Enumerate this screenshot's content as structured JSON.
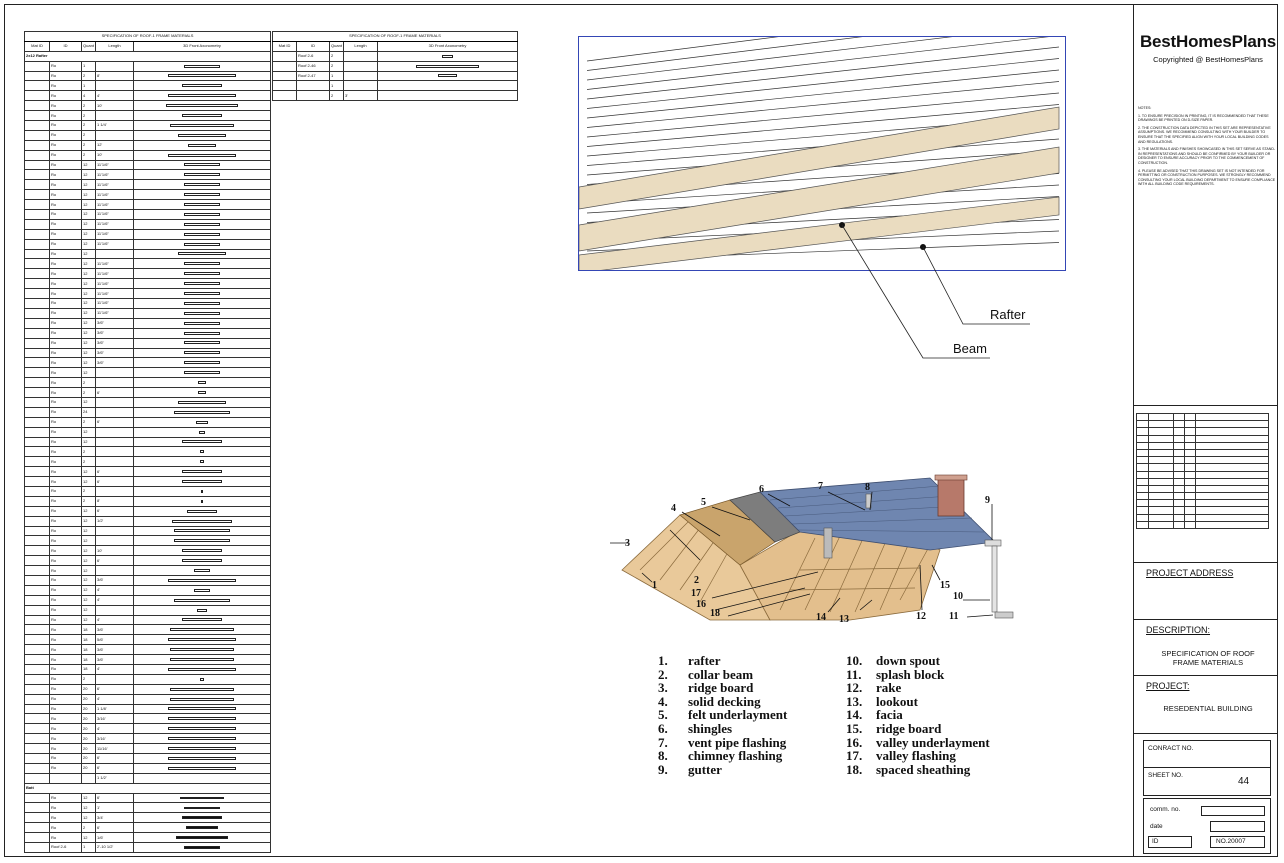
{
  "left_table": {
    "title": "SPECIFICATION OF ROOF-1 FRAME MATERIALS",
    "headers": [
      "Mat ID",
      "ID",
      "Quant",
      "Length",
      "3D Front Axonometry"
    ],
    "group1_label": "2x12 Rafter",
    "group2_label": "Batt",
    "rows": [
      [
        "",
        "Ro",
        "",
        "1",
        "",
        "18"
      ],
      [
        "",
        "Ro",
        "",
        "2",
        "8'",
        "34"
      ],
      [
        "",
        "Ro",
        "",
        "1",
        "",
        "20"
      ],
      [
        "",
        "Ro",
        "",
        "4",
        "4'",
        "34"
      ],
      [
        "",
        "Ro",
        "",
        "2",
        "10'",
        "36"
      ],
      [
        "",
        "Ro",
        "",
        "2",
        "",
        "20"
      ],
      [
        "",
        "Ro",
        "",
        "2",
        "1 1/4'",
        "32"
      ],
      [
        "",
        "Ro",
        "",
        "2",
        "",
        "24"
      ],
      [
        "",
        "Ro",
        "",
        "2",
        "12'",
        "14"
      ],
      [
        "",
        "Ro",
        "",
        "2",
        "10'",
        "34"
      ],
      [
        "",
        "Ro",
        "1",
        "12",
        "11'1/6\"",
        "18"
      ],
      [
        "",
        "Ro",
        "1",
        "12",
        "11'1/6\"",
        "18"
      ],
      [
        "",
        "Ro",
        "1",
        "12",
        "11'1/6\"",
        "18"
      ],
      [
        "",
        "Ro",
        "1",
        "12",
        "11'1/6\"",
        "18"
      ],
      [
        "",
        "Ro",
        "1",
        "12",
        "11'1/6\"",
        "18"
      ],
      [
        "",
        "Ro",
        "1",
        "12",
        "11'1/6\"",
        "18"
      ],
      [
        "",
        "Ro",
        "1",
        "12",
        "11'1/6\"",
        "18"
      ],
      [
        "",
        "Ro",
        "1",
        "12",
        "11'1/6\"",
        "18"
      ],
      [
        "",
        "Ro",
        "1",
        "12",
        "11'1/6\"",
        "18"
      ],
      [
        "",
        "Ro",
        "1",
        "12",
        "",
        "24"
      ],
      [
        "",
        "Ro",
        "1",
        "12",
        "11'1/6\"",
        "18"
      ],
      [
        "",
        "Ro",
        "1",
        "12",
        "11'1/6\"",
        "18"
      ],
      [
        "",
        "Ro",
        "1",
        "12",
        "11'1/6\"",
        "18"
      ],
      [
        "",
        "Ro",
        "1",
        "12",
        "11'1/6\"",
        "18"
      ],
      [
        "",
        "Ro",
        "1",
        "12",
        "11'1/6\"",
        "18"
      ],
      [
        "",
        "Ro",
        "1",
        "12",
        "11'1/6\"",
        "18"
      ],
      [
        "",
        "Ro",
        "1",
        "12",
        "3/6\"",
        "18"
      ],
      [
        "",
        "Ro",
        "1",
        "12",
        "3/6\"",
        "18"
      ],
      [
        "",
        "Ro",
        "1",
        "12",
        "3/6\"",
        "18"
      ],
      [
        "",
        "Ro",
        "1",
        "12",
        "3/6\"",
        "18"
      ],
      [
        "",
        "Ro",
        "1",
        "12",
        "3/6\"",
        "18"
      ],
      [
        "",
        "Ro",
        "1",
        "12",
        "",
        "18"
      ],
      [
        "",
        "Ro",
        "",
        "2",
        "",
        "4"
      ],
      [
        "",
        "Ro",
        "",
        "2",
        "6'",
        "4"
      ],
      [
        "",
        "Ro",
        "1",
        "12",
        "",
        "24"
      ],
      [
        "",
        "Ro",
        "1",
        "24",
        "",
        "28"
      ],
      [
        "",
        "Ro",
        "1",
        "2",
        "6'",
        "6"
      ],
      [
        "",
        "Ro",
        "1",
        "12",
        "",
        "3"
      ],
      [
        "",
        "Ro",
        "1",
        "12",
        "",
        "20"
      ],
      [
        "",
        "Ro",
        "1",
        "2",
        "",
        "2"
      ],
      [
        "",
        "Ro",
        "1",
        "2",
        "",
        "2"
      ],
      [
        "",
        "Ro",
        "1",
        "12",
        "6'",
        "20"
      ],
      [
        "",
        "Ro",
        "1",
        "12",
        "6'",
        "20"
      ],
      [
        "",
        "Ro",
        "",
        "2",
        "",
        "1"
      ],
      [
        "",
        "Ro",
        "",
        "2",
        "8'",
        "1"
      ],
      [
        "",
        "Ro",
        "1",
        "12",
        "6'",
        "15"
      ],
      [
        "",
        "Ro",
        "1",
        "12",
        "1/2'",
        "30"
      ],
      [
        "",
        "Ro",
        "1",
        "12",
        "",
        "28"
      ],
      [
        "",
        "Ro",
        "1",
        "12",
        "",
        "28"
      ],
      [
        "",
        "Ro",
        "1",
        "12",
        "10'",
        "20"
      ],
      [
        "",
        "Ro",
        "1",
        "12",
        "6'",
        "20"
      ],
      [
        "",
        "Ro",
        "1",
        "12",
        "",
        "8"
      ],
      [
        "",
        "Ro",
        "1",
        "12",
        "3/6'",
        "34"
      ],
      [
        "",
        "Ro",
        "1",
        "12",
        "4'",
        "8"
      ],
      [
        "",
        "Ro",
        "1",
        "12",
        "4'",
        "28"
      ],
      [
        "",
        "Ro",
        "1",
        "12",
        "",
        "5"
      ],
      [
        "",
        "Ro",
        "1",
        "12",
        "4'",
        "20"
      ],
      [
        "",
        "Ro",
        "1",
        "18",
        "3/6'",
        "32"
      ],
      [
        "",
        "Ro",
        "1",
        "18",
        "5/6'",
        "34"
      ],
      [
        "",
        "Ro",
        "1",
        "18",
        "3/6'",
        "32"
      ],
      [
        "",
        "Ro",
        "1",
        "18",
        "3/6'",
        "32"
      ],
      [
        "",
        "Ro",
        "1",
        "18",
        "4'",
        "34"
      ],
      [
        "",
        "Ro",
        "1",
        "2",
        "",
        "2"
      ],
      [
        "",
        "Ro",
        "1",
        "20",
        "6'",
        "32"
      ],
      [
        "",
        "Ro",
        "1",
        "20",
        "4'",
        "32"
      ],
      [
        "",
        "Ro",
        "1",
        "20",
        "1 1/8'",
        "34"
      ],
      [
        "",
        "Ro",
        "1",
        "20",
        "3/16'",
        "34"
      ],
      [
        "",
        "Ro",
        "1",
        "20",
        "4'",
        "34"
      ],
      [
        "",
        "Ro",
        "1",
        "20",
        "3/16'",
        "34"
      ],
      [
        "",
        "Ro",
        "1",
        "20",
        "11/16'",
        "34"
      ],
      [
        "",
        "Ro",
        "1",
        "20",
        "6'",
        "34"
      ],
      [
        "",
        "Ro",
        "1",
        "20",
        "6'",
        "34"
      ],
      [
        "",
        "",
        "",
        "",
        "1 1/2'",
        "0"
      ]
    ],
    "rows2": [
      [
        "",
        "Ro",
        "",
        "12",
        "6'",
        "22d"
      ],
      [
        "",
        "Ro",
        "",
        "12",
        "1'",
        "18d"
      ],
      [
        "",
        "Ro",
        "",
        "12",
        "3/4'",
        "20d"
      ],
      [
        "",
        "Ro",
        "",
        "2",
        "6'",
        "16d"
      ],
      [
        "",
        "Ro",
        "",
        "12",
        "1/6'",
        "26d"
      ],
      [
        "",
        "Roof 2-6",
        "",
        "1",
        "2'-10 1/2'",
        "18d"
      ]
    ]
  },
  "right_table": {
    "title": "SPECIFICATION OF ROOF-1 FRAME MATERIALS",
    "headers": [
      "Mat ID",
      "ID",
      "Quant",
      "Length",
      "3D Front Axonometry"
    ],
    "rows": [
      [
        "",
        "Roof 2-6",
        "1",
        "2",
        "",
        "10"
      ],
      [
        "",
        "Roof 2-46",
        "1",
        "2",
        "",
        "58"
      ],
      [
        "",
        "Roof 2-47",
        "1",
        "1",
        "",
        "18"
      ],
      [
        "",
        "",
        "",
        "1",
        "",
        ""
      ],
      [
        "",
        "",
        "",
        "2",
        "3'",
        ""
      ]
    ]
  },
  "framing_view": {
    "callout_rafter": "Rafter",
    "callout_beam": "Beam"
  },
  "anatomy": {
    "numbers": [
      "1",
      "2",
      "3",
      "4",
      "5",
      "6",
      "7",
      "8",
      "9",
      "10",
      "11",
      "12",
      "13",
      "14",
      "15",
      "16",
      "17",
      "18"
    ],
    "legend_left": [
      {
        "n": "1.",
        "t": "rafter"
      },
      {
        "n": "2.",
        "t": "collar beam"
      },
      {
        "n": "3.",
        "t": "ridge board"
      },
      {
        "n": "4.",
        "t": "solid decking"
      },
      {
        "n": "5.",
        "t": "felt underlayment"
      },
      {
        "n": "6.",
        "t": "shingles"
      },
      {
        "n": "7.",
        "t": "vent pipe flashing"
      },
      {
        "n": "8.",
        "t": "chimney flashing"
      },
      {
        "n": "9.",
        "t": "gutter"
      }
    ],
    "legend_right": [
      {
        "n": "10.",
        "t": "down spout"
      },
      {
        "n": "11.",
        "t": "splash block"
      },
      {
        "n": "12.",
        "t": "rake"
      },
      {
        "n": "13.",
        "t": "lookout"
      },
      {
        "n": "14.",
        "t": "facia"
      },
      {
        "n": "15.",
        "t": "ridge board"
      },
      {
        "n": "16.",
        "t": "valley underlayment"
      },
      {
        "n": "17.",
        "t": "valley flashing"
      },
      {
        "n": "18.",
        "t": "spaced sheathing"
      }
    ]
  },
  "title_block": {
    "brand": "BestHomesPlans",
    "copyright": "Copyrighted @ BestHomesPlans",
    "notes": [
      "NOTES:",
      "1. TO ENSURE PRECISION IN PRINTING, IT IS RECOMMENDED THAT THESE DRAWINGS BE PRINTED ON D-SIZE PAPER.",
      "2. THE CONSTRUCTION DATA DEPICTED IN THIS SET ARE REPRESENTATIVE ASSUMPTIONS. WE RECOMMEND CONSULTING WITH YOUR BUILDER TO ENSURE THAT THE SPECIFIED ALIGN WITH YOUR LOCAL BUILDING CODES AND REGULATIONS.",
      "3. THE MATERIALS AND FINISHES SHOWCASED IN THIS SET SERVE AS STAND-IN REPRESENTATIONS AND SHOULD BE CONFIRMED BY YOUR BUILDER OR DESIGNER TO ENSURE ACCURACY PRIOR TO THE COMMENCEMENT OF CONSTRUCTION.",
      "4. PLEASE BE ADVISED THAT THIS DRAWING SET IS NOT INTENDED FOR PERMITTING OR CONSTRUCTION PURPOSES. WE STRONGLY RECOMMEND CONSULTING YOUR LOCAL BUILDING DEPARTMENT TO ENSURE COMPLIANCE WITH ALL BUILDING CODE REQUIREMENTS."
    ],
    "project_address_label": "PROJECT ADDRESS",
    "description_label": "DESCRIPTION:",
    "description_value": "SPECIFICATION OF ROOF FRAME MATERIALS",
    "project_label": "PROJECT:",
    "project_value": "RESEDENTIAL BUILDING",
    "contract_label": "CONRACT NO.",
    "sheet_label": "SHEET NO.",
    "sheet_value": "44",
    "comm_label": "comm. no.",
    "date_label": "date",
    "id_label": "ID",
    "id_value": "NO.20007"
  }
}
